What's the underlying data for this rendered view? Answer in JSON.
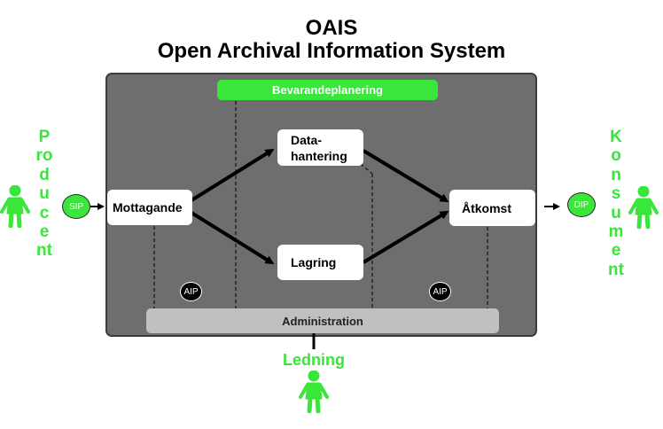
{
  "title_line1": "OAIS",
  "title_line2": "Open Archival Information System",
  "planning": "Bevarandeplanering",
  "administration": "Administration",
  "ingest": "Mottagande",
  "data_management_line1": "Data-",
  "data_management_line2": "hantering",
  "storage": "Lagring",
  "access": "Åtkomst",
  "sip": "SIP",
  "dip": "DIP",
  "aip_left": "AIP",
  "aip_right": "AIP",
  "producer": "Producent",
  "consumer": "Konsument",
  "management": "Ledning",
  "colors": {
    "green": "#39e639",
    "archive_bg": "#6e6e6e",
    "admin_bg": "#c0c0c0"
  },
  "icons": [
    "person-icon"
  ]
}
